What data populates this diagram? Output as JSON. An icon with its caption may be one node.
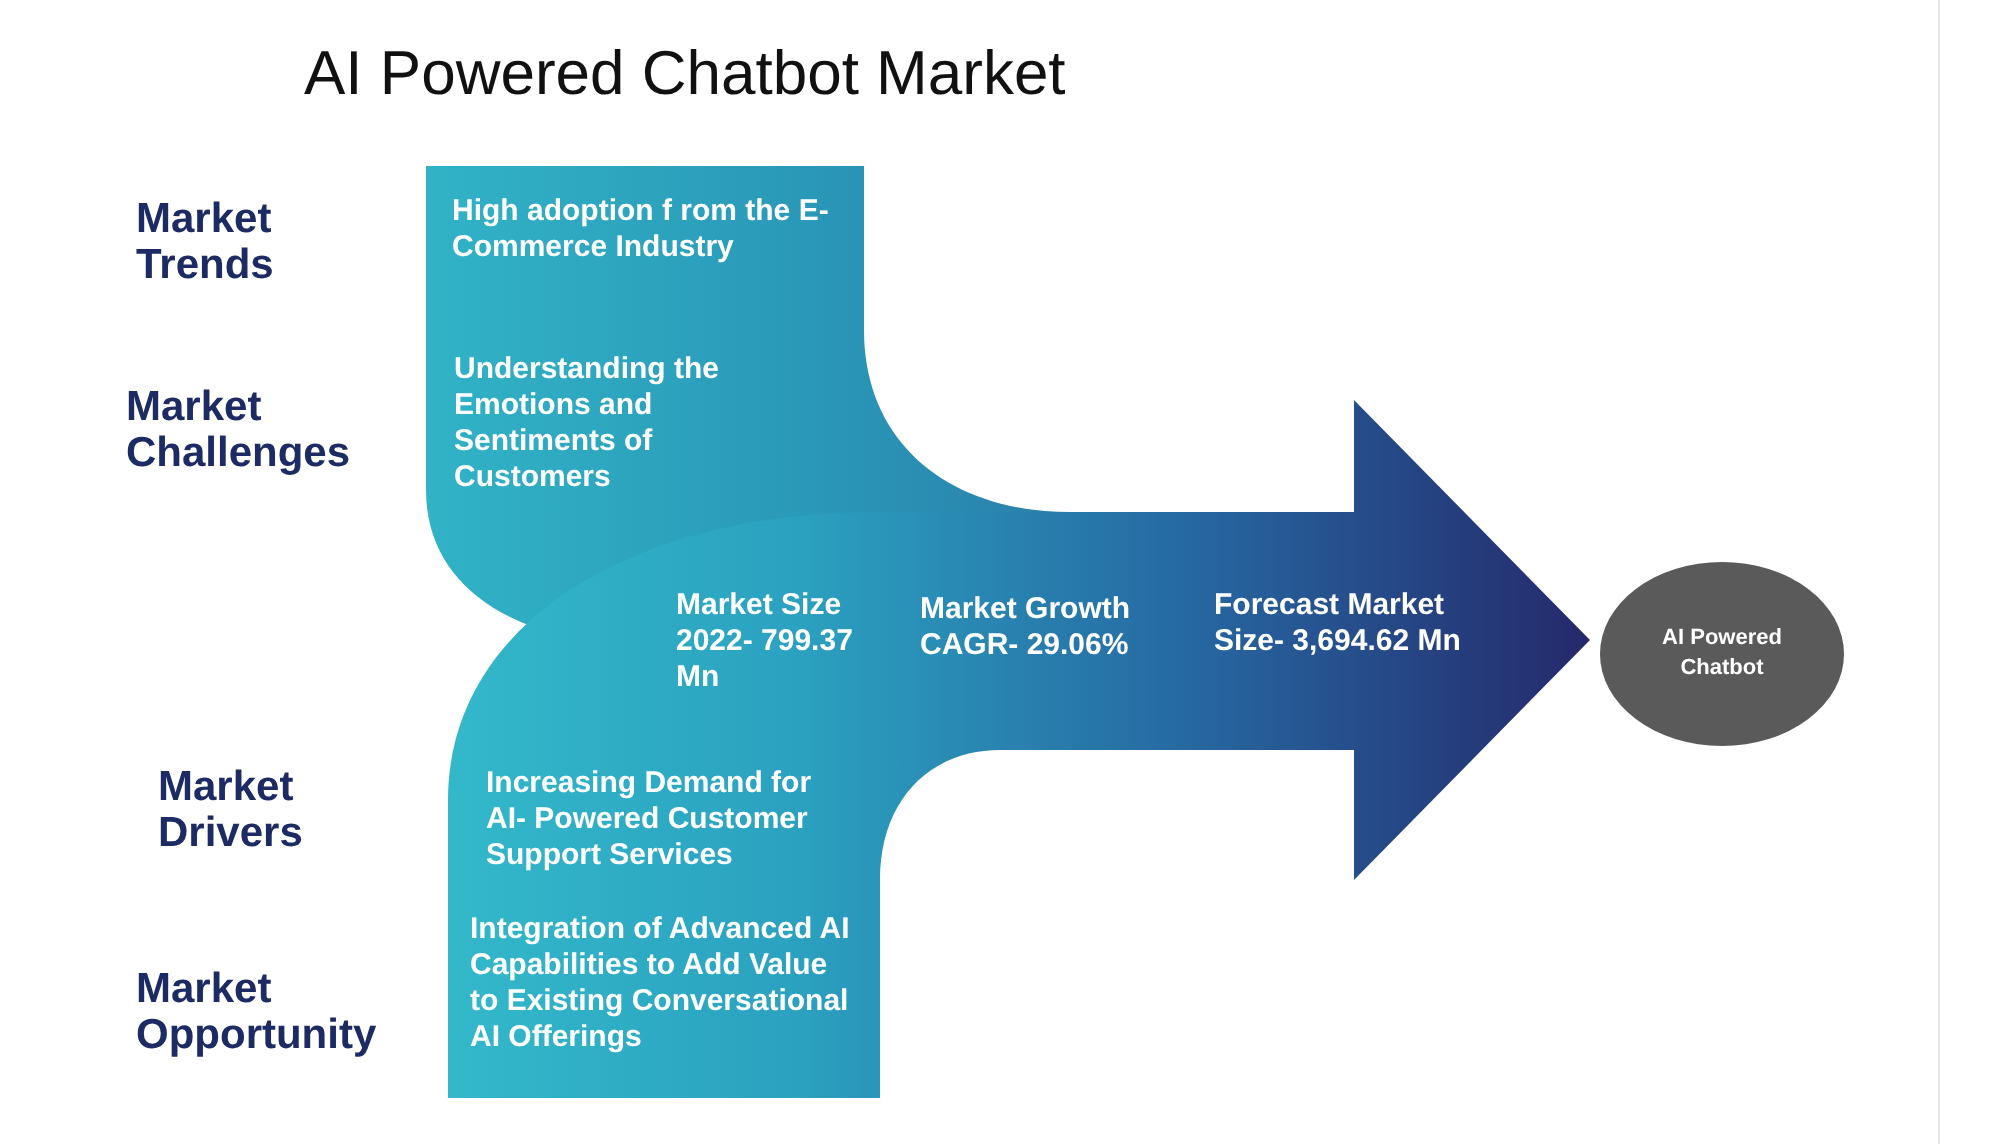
{
  "diagram": {
    "title": "AI Powered Chatbot Market",
    "nodes": [
      {
        "text": [
          "High adoption f rom the E- Commerce Industry",
          "Understanding the Emotions and Sentiments of Customers",
          "Market Size 2022- 799.37 Mn",
          "Market Growth CAGR- 29.06%",
          "Forecast Market Size- 3,694.62 Mn",
          "Increasing Demand for AI- Powered Customer Support Services",
          "Integration of Advanced AI Capabilities to Add Value to Existing Conversational AI Offerings"
        ]
      },
      {
        "text": [
          "AI Powered Chatbot"
        ]
      }
    ],
    "labels": [
      "Market Trends",
      "Market Challenges",
      "Market Drivers",
      "Market Opportunity"
    ]
  }
}
